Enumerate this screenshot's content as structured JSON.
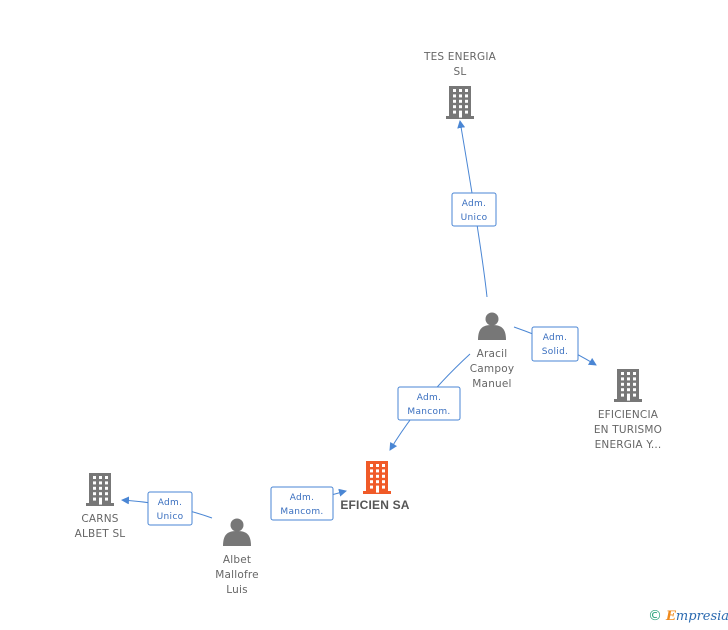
{
  "nodes": [
    {
      "id": "tes",
      "type": "company",
      "lines": [
        "TES ENERGIA",
        "SL"
      ],
      "highlight": false
    },
    {
      "id": "aracil",
      "type": "person",
      "lines": [
        "Aracil",
        "Campoy",
        "Manuel"
      ],
      "highlight": false
    },
    {
      "id": "eficiencia",
      "type": "company",
      "lines": [
        "EFICIENCIA",
        "EN TURISMO",
        "ENERGIA Y..."
      ],
      "highlight": false
    },
    {
      "id": "eficien",
      "type": "company",
      "lines": [
        "EFICIEN SA"
      ],
      "highlight": true
    },
    {
      "id": "carns",
      "type": "company",
      "lines": [
        "CARNS",
        "ALBET SL"
      ],
      "highlight": false
    },
    {
      "id": "albet",
      "type": "person",
      "lines": [
        "Albet",
        "Mallofre",
        "Luis"
      ],
      "highlight": false
    }
  ],
  "edges": [
    {
      "from": "aracil",
      "to": "tes",
      "lines": [
        "Adm.",
        "Unico"
      ]
    },
    {
      "from": "aracil",
      "to": "eficiencia",
      "lines": [
        "Adm.",
        "Solid."
      ]
    },
    {
      "from": "aracil",
      "to": "eficien",
      "lines": [
        "Adm.",
        "Mancom."
      ]
    },
    {
      "from": "albet",
      "to": "eficien",
      "lines": [
        "Adm.",
        "Mancom."
      ]
    },
    {
      "from": "albet",
      "to": "carns",
      "lines": [
        "Adm.",
        "Unico"
      ]
    }
  ],
  "colors": {
    "company": "#777777",
    "highlight": "#f05a28",
    "person": "#777777",
    "edge": "#4a86d4"
  },
  "watermark": {
    "symbol": "©",
    "initial": "E",
    "rest": "mpresia"
  }
}
